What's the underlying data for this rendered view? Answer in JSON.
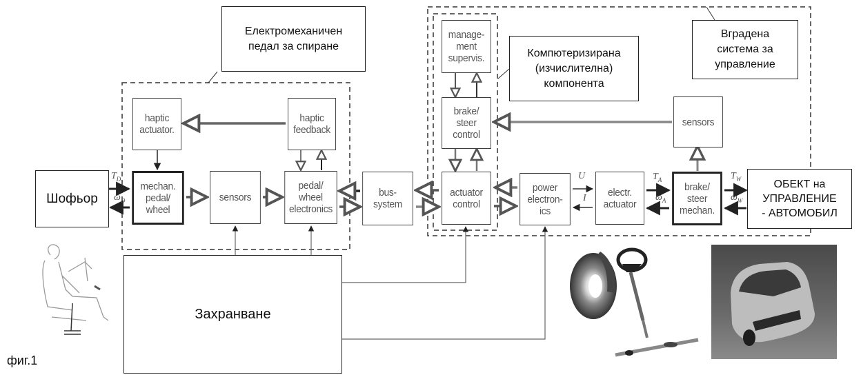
{
  "figure_label": "фиг.1",
  "callouts": {
    "pedal": "Електромеханичен\nпедал за спиране",
    "computing": "Компютеризирана\n(изчислителна)\nкомпонента",
    "embedded": "Вградена\nсистема за\nуправление"
  },
  "external": {
    "driver": "Шофьор",
    "vehicle": "ОБЕКТ на\nУПРАВЛЕНИЕ\n- АВТОМОБИЛ",
    "power_supply": "Захранване"
  },
  "blocks": {
    "haptic_actuator": "haptic actuator.",
    "haptic_feedback": "haptic feedback",
    "mechan_pedal_wheel": "mechan. pedal/ wheel",
    "sensors_pedal": "sensors",
    "pedal_wheel_electronics": "pedal/ wheel electronics",
    "bus_system": "bus- system",
    "management_supervis": "manage- ment supervis.",
    "brake_steer_control": "brake/ steer control",
    "actuator_control": "actuator control",
    "power_electronics": "power electron- ics",
    "electr_actuator": "electr. actuator",
    "brake_steer_mechan": "brake/ steer mechan.",
    "sensors_vehicle": "sensors"
  },
  "signals": {
    "td": {
      "main": "T",
      "sub": "D"
    },
    "wd": {
      "main": "ω",
      "sub": "D"
    },
    "u": {
      "main": "U",
      "sub": ""
    },
    "i": {
      "main": "I",
      "sub": ""
    },
    "ta": {
      "main": "T",
      "sub": "A"
    },
    "wa": {
      "main": "ω",
      "sub": "A"
    },
    "tw": {
      "main": "T",
      "sub": "W"
    },
    "ww": {
      "main": "ω",
      "sub": "W"
    }
  },
  "images": {
    "driver_seat": "driver-seat-sketch",
    "brake_disc": "brake-disc-photo",
    "steering": "steering-column-photo",
    "car": "car-photo"
  }
}
